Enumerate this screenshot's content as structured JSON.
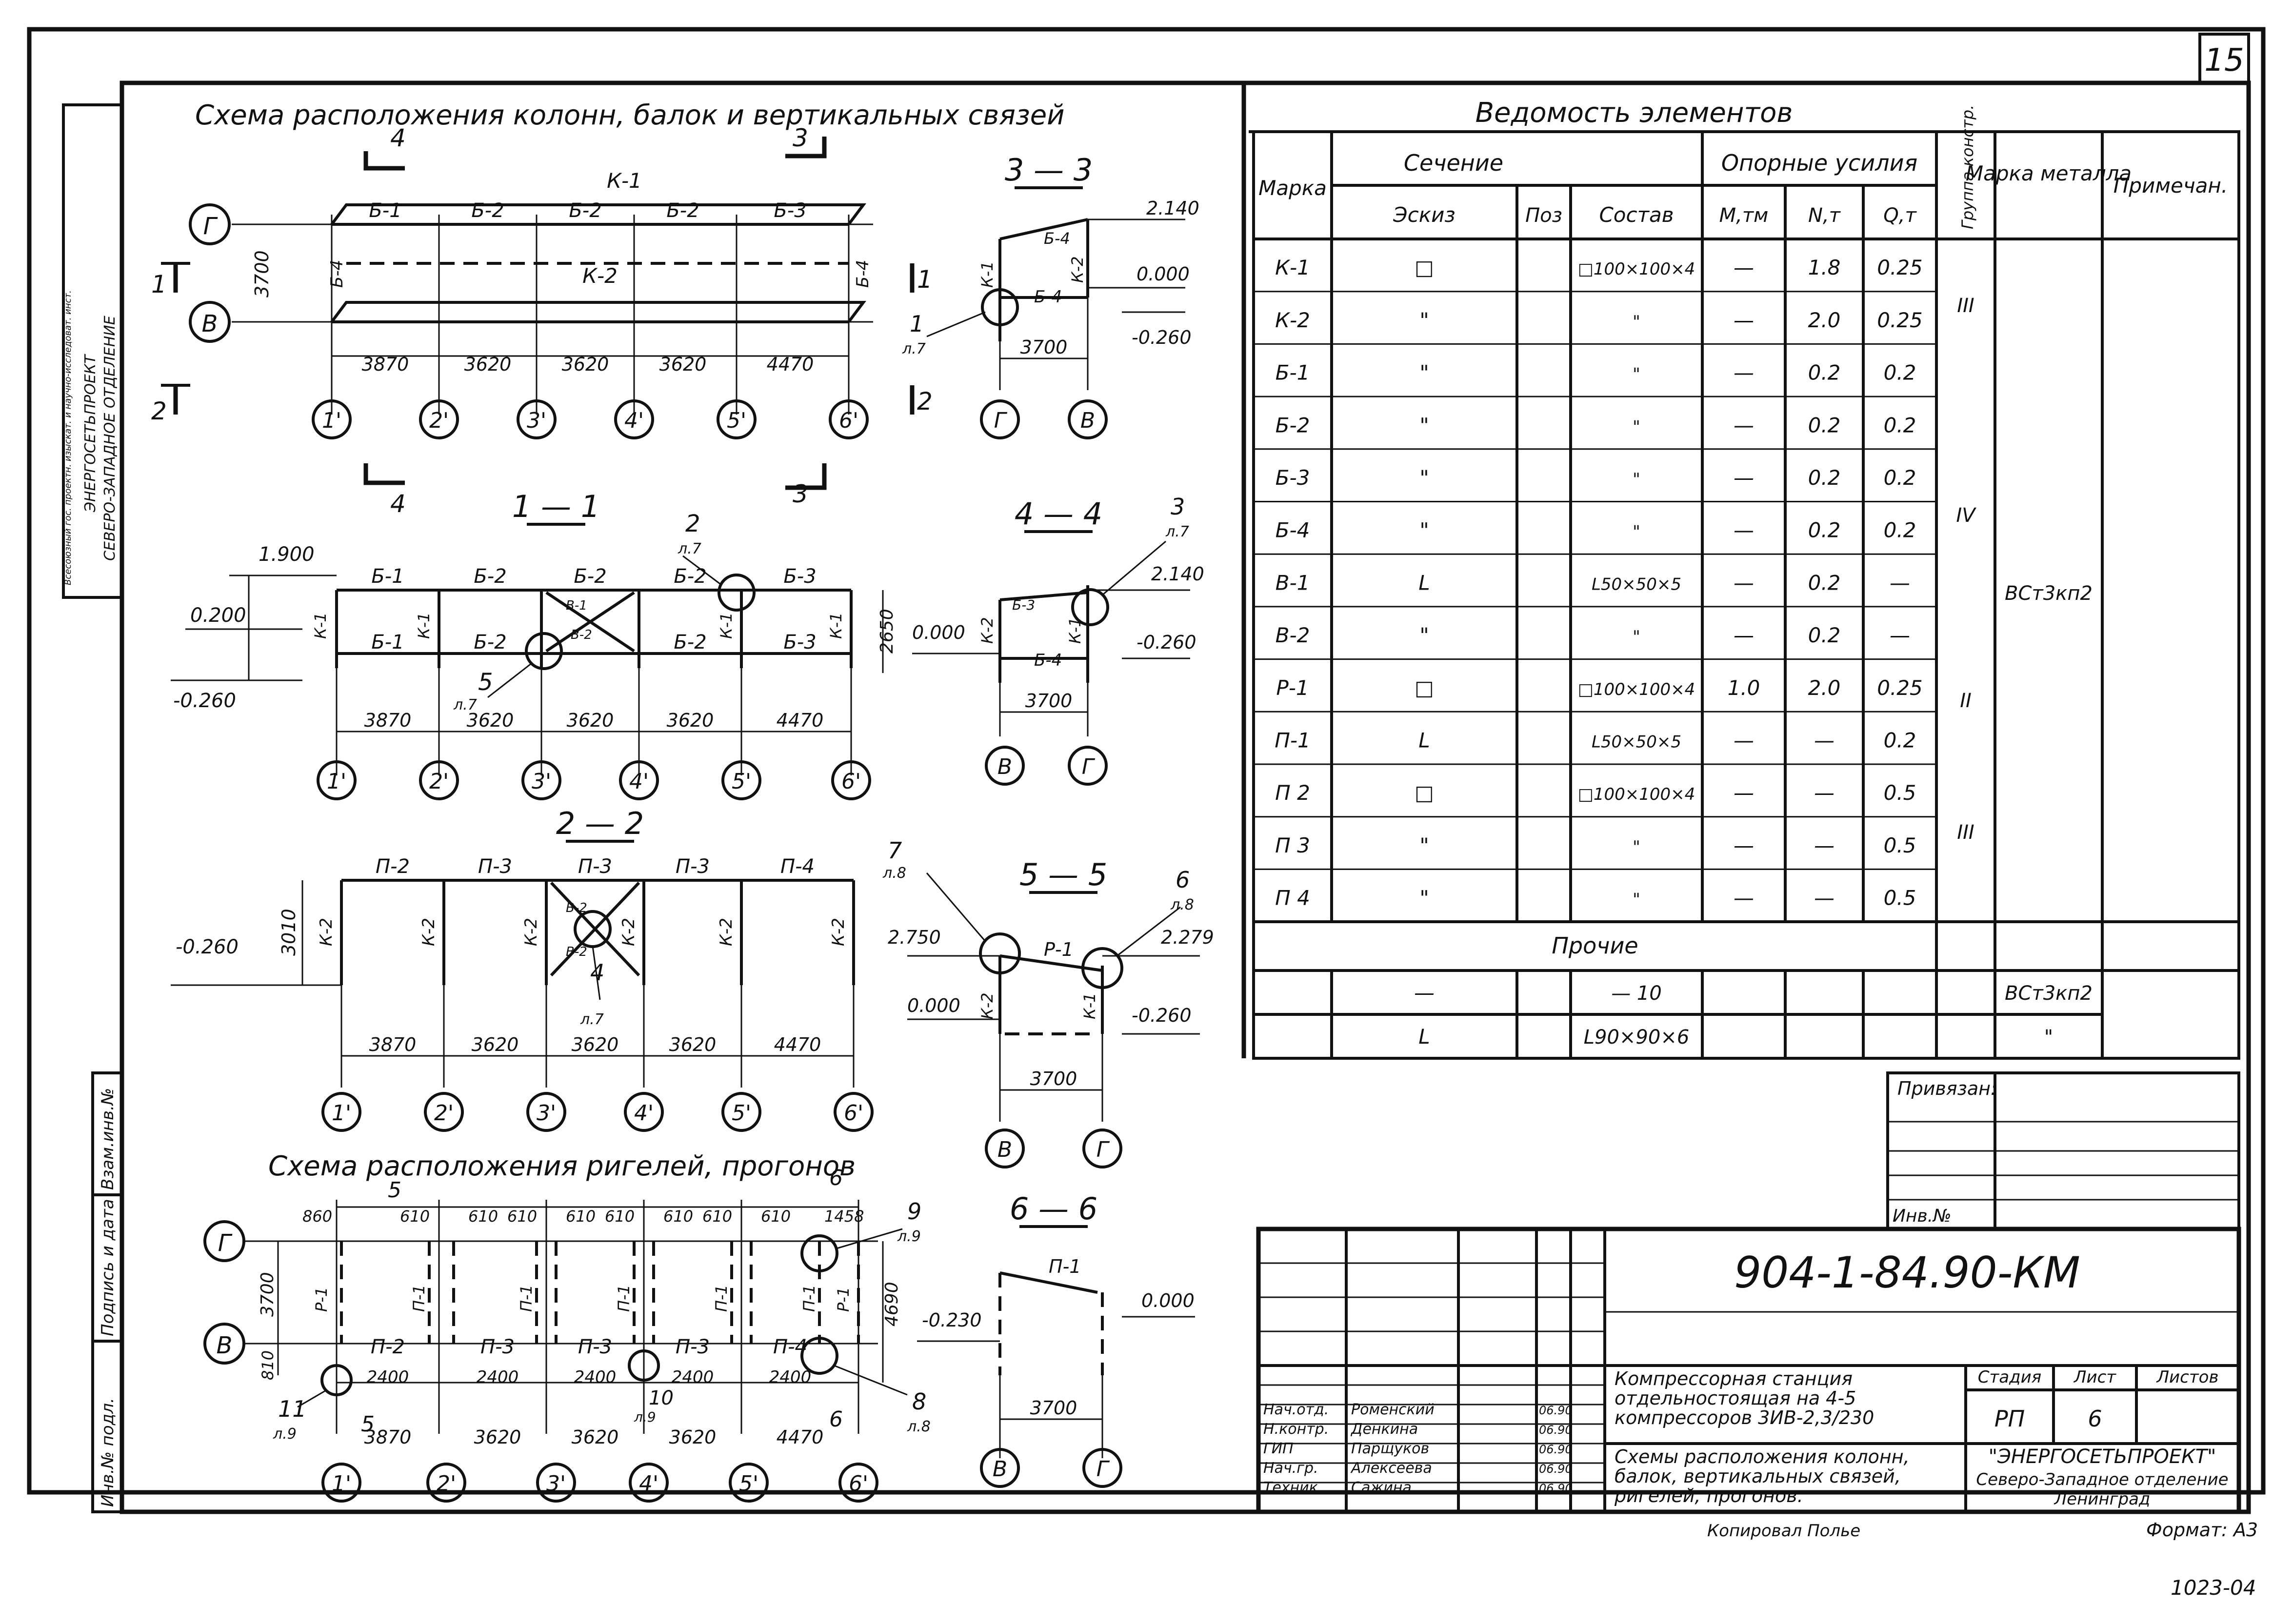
{
  "sheet": {
    "number": "15",
    "stamp_code": "1023-04",
    "format_label": "Формат: А3",
    "copied_by": "Копировал Полье"
  },
  "left_margin": {
    "org_lines": [
      "Всесоюзный гос. проектн. изыскат. и научно-исследоват. инст.",
      "ЭНЕРГОСЕТЬПРОЕКТ",
      "СЕВЕРО-ЗАПАДНОЕ ОТДЕЛЕНИЕ"
    ],
    "inv_orig": "Инв.№ подл.",
    "sign_date": "Подпись и дата",
    "replace_inv": "Взам.инв.№"
  },
  "plan1": {
    "title": "Схема расположения колонн, балок и вертикальных связей",
    "axes_rows": [
      "Г",
      "В"
    ],
    "axes_cols": [
      "1'",
      "2'",
      "3'",
      "4'",
      "5'",
      "6'"
    ],
    "spans": [
      "3870",
      "3620",
      "3620",
      "3620",
      "4470"
    ],
    "row_dim": "3700",
    "beams_top": [
      "Б-1",
      "Б-2",
      "Б-2",
      "Б-2",
      "Б-3"
    ],
    "k1": "К-1",
    "k2": "К-2",
    "b4": "Б-4",
    "cut_marks": [
      "4",
      "3",
      "1",
      "2"
    ]
  },
  "sec11": {
    "title": "1 — 1",
    "levels": [
      "1.900",
      "0.200",
      "-0.260"
    ],
    "height": "2650",
    "spans": [
      "3870",
      "3620",
      "3620",
      "3620",
      "4470"
    ],
    "beams": [
      "Б-1",
      "Б-2",
      "Б-2",
      "Б-2",
      "Б-3"
    ],
    "node2": "2",
    "node2s": "л.7",
    "node5": "5",
    "node5s": "л.7",
    "k1": "К-1",
    "v1": "В-1",
    "v2": "В-2",
    "b2": "Б-2",
    "cols": [
      "1'",
      "2'",
      "3'",
      "4'",
      "5'",
      "6'"
    ]
  },
  "sec22": {
    "title": "2 — 2",
    "level": "-0.260",
    "height": "3010",
    "purlins": [
      "П-2",
      "П-3",
      "П-3",
      "П-3",
      "П-4"
    ],
    "k2": "К-2",
    "v2": "В-2",
    "node4": "4",
    "node4s": "л.7",
    "spans": [
      "3870",
      "3620",
      "3620",
      "3620",
      "4470"
    ],
    "cols": [
      "1'",
      "2'",
      "3'",
      "4'",
      "5'",
      "6'"
    ]
  },
  "plan2": {
    "title": "Схема расположения ригелей, прогонов",
    "axes_rows": [
      "Г",
      "В"
    ],
    "top_dims": [
      "860",
      "610",
      "610",
      "610",
      "610",
      "610",
      "610",
      "610",
      "610",
      "1458"
    ],
    "left_dims": [
      "3700",
      "810"
    ],
    "right_dim": "4690",
    "bays": [
      "2400",
      "2400",
      "2400",
      "2400",
      "2400"
    ],
    "purlins": [
      "П-2",
      "П-3",
      "П-3",
      "П-3",
      "П-4"
    ],
    "spans": [
      "3870",
      "3620",
      "3620",
      "3620",
      "4470"
    ],
    "p1": "П-1",
    "r1": "Р-1",
    "nodes": [
      {
        "n": "9",
        "s": "л.9"
      },
      {
        "n": "8",
        "s": "л.8"
      },
      {
        "n": "11",
        "s": "л.9"
      },
      {
        "n": "10",
        "s": "л.9"
      }
    ],
    "cut5": "5",
    "cut6": "6",
    "cols": [
      "1'",
      "2'",
      "3'",
      "4'",
      "5'",
      "6'"
    ]
  },
  "sec33": {
    "title": "3 — 3",
    "levels": [
      "2.140",
      "0.000",
      "-0.260"
    ],
    "b4": "Б-4",
    "k1": "К-1",
    "k2": "К-2",
    "span": "3700",
    "node": "1",
    "nodes_sheet": "л.7",
    "axes": [
      "Г",
      "В"
    ]
  },
  "sec44": {
    "title": "4 — 4",
    "levels": [
      "2.140",
      "0.000",
      "-0.260"
    ],
    "b3": "Б-3",
    "b4": "Б-4",
    "k1": "К-1",
    "k2": "К-2",
    "span": "3700",
    "node": "3",
    "nodes_sheet": "л.7",
    "axes": [
      "В",
      "Г"
    ]
  },
  "sec55": {
    "title": "5 — 5",
    "levels": [
      "2.750",
      "2.279",
      "0.000",
      "-0.260"
    ],
    "p1": "Р-1",
    "k1": "К-1",
    "k2": "К-2",
    "span": "3700",
    "node7": "7",
    "node7s": "л.8",
    "node6": "6",
    "node6s": "л.8",
    "axes": [
      "В",
      "Г"
    ]
  },
  "sec66": {
    "title": "6 — 6",
    "levels": [
      "-0.230",
      "0.000"
    ],
    "p1": "П-1",
    "span": "3700",
    "axes": [
      "В",
      "Г"
    ]
  },
  "table": {
    "title": "Ведомость элементов",
    "hdr_mark": "Марка",
    "hdr_section": "Сечение",
    "hdr_sketch": "Эскиз",
    "hdr_pos": "Поз",
    "hdr_comp": "Состав",
    "hdr_forces": "Опорные усилия",
    "hdr_m": "M,тм",
    "hdr_n": "N,т",
    "hdr_q": "Q,т",
    "hdr_group": "Группа констр.",
    "hdr_metal": "Марка металла",
    "hdr_note": "Примечан.",
    "rows": [
      {
        "mark": "К-1",
        "sketch": "□",
        "comp": "□100×100×4",
        "m": "—",
        "n": "1.8",
        "q": "0.25"
      },
      {
        "mark": "К-2",
        "sketch": "\"",
        "comp": "\"",
        "m": "—",
        "n": "2.0",
        "q": "0.25"
      },
      {
        "mark": "Б-1",
        "sketch": "\"",
        "comp": "\"",
        "m": "—",
        "n": "0.2",
        "q": "0.2"
      },
      {
        "mark": "Б-2",
        "sketch": "\"",
        "comp": "\"",
        "m": "—",
        "n": "0.2",
        "q": "0.2"
      },
      {
        "mark": "Б-3",
        "sketch": "\"",
        "comp": "\"",
        "m": "—",
        "n": "0.2",
        "q": "0.2"
      },
      {
        "mark": "Б-4",
        "sketch": "\"",
        "comp": "\"",
        "m": "—",
        "n": "0.2",
        "q": "0.2"
      },
      {
        "mark": "В-1",
        "sketch": "L",
        "comp": "L50×50×5",
        "m": "—",
        "n": "0.2",
        "q": "—"
      },
      {
        "mark": "В-2",
        "sketch": "\"",
        "comp": "\"",
        "m": "—",
        "n": "0.2",
        "q": "—"
      },
      {
        "mark": "Р-1",
        "sketch": "□",
        "comp": "□100×100×4",
        "m": "1.0",
        "n": "2.0",
        "q": "0.25"
      },
      {
        "mark": "П-1",
        "sketch": "L",
        "comp": "L50×50×5",
        "m": "—",
        "n": "—",
        "q": "0.2"
      },
      {
        "mark": "П 2",
        "sketch": "□",
        "comp": "□100×100×4",
        "m": "—",
        "n": "—",
        "q": "0.5"
      },
      {
        "mark": "П 3",
        "sketch": "\"",
        "comp": "\"",
        "m": "—",
        "n": "—",
        "q": "0.5"
      },
      {
        "mark": "П 4",
        "sketch": "\"",
        "comp": "\"",
        "m": "—",
        "n": "—",
        "q": "0.5"
      }
    ],
    "groups": [
      "III",
      "IV",
      "II",
      "III"
    ],
    "metal": "ВСт3кп2",
    "other_title": "Прочие",
    "other_rows": [
      {
        "sketch": "—",
        "comp": "— 10",
        "metal": "ВСт3кп2"
      },
      {
        "sketch": "L",
        "comp": "L90×90×6",
        "metal": "\""
      }
    ]
  },
  "privyazan": {
    "label": "Привязан:",
    "inv": "Инв.№"
  },
  "title_block": {
    "code": "904-1-84.90-КМ",
    "project": [
      "Компрессорная станция",
      "отдельностоящая на 4-5",
      "компрессоров 3ИВ-2,3/230"
    ],
    "drawing": [
      "Схемы расположения колонн,",
      "балок, вертикальных связей,",
      "ригелей, прогонов."
    ],
    "stage_hdr": "Стадия",
    "sheet_hdr": "Лист",
    "sheets_hdr": "Листов",
    "stage": "РП",
    "sheet": "6",
    "org": [
      "\"ЭНЕРГОСЕТЬПРОЕКТ\"",
      "Северо-Западное отделение",
      "Ленинград"
    ],
    "signers": [
      {
        "role": "Нач.отд.",
        "name": "Роменский",
        "date": "06.90"
      },
      {
        "role": "Н.контр.",
        "name": "Денкина",
        "date": "06.90"
      },
      {
        "role": "ГИП",
        "name": "Парщуков",
        "date": "06.90"
      },
      {
        "role": "Нач.гр.",
        "name": "Алексеева",
        "date": "06.90"
      },
      {
        "role": "Техник",
        "name": "Сажина",
        "date": "06.90"
      }
    ]
  }
}
